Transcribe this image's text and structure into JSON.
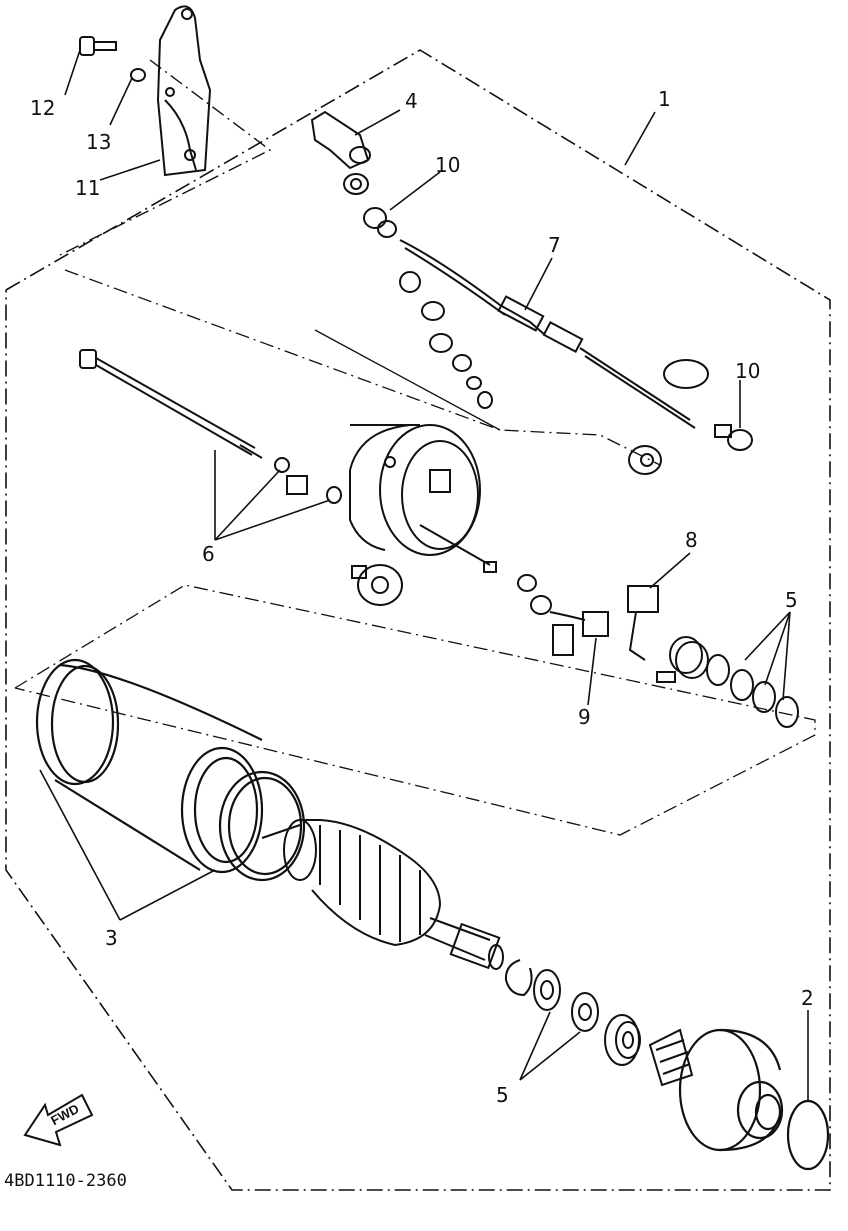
{
  "diagram": {
    "callouts": [
      {
        "id": "c1",
        "label": "1"
      },
      {
        "id": "c2",
        "label": "2"
      },
      {
        "id": "c3",
        "label": "3"
      },
      {
        "id": "c4",
        "label": "4"
      },
      {
        "id": "c5a",
        "label": "5"
      },
      {
        "id": "c5b",
        "label": "5"
      },
      {
        "id": "c6",
        "label": "6"
      },
      {
        "id": "c7",
        "label": "7"
      },
      {
        "id": "c8",
        "label": "8"
      },
      {
        "id": "c9",
        "label": "9"
      },
      {
        "id": "c10a",
        "label": "10"
      },
      {
        "id": "c10b",
        "label": "10"
      },
      {
        "id": "c11",
        "label": "11"
      },
      {
        "id": "c12",
        "label": "12"
      },
      {
        "id": "c13",
        "label": "13"
      }
    ],
    "direction_label": "FWD",
    "drawing_code": "4BD1110-2360"
  }
}
